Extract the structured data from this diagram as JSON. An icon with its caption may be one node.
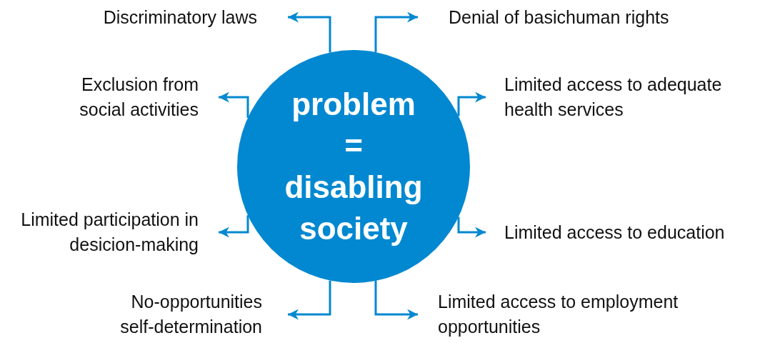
{
  "diagram": {
    "nodes": [
      {
        "text": [
          "problem = disabling society"
        ]
      },
      {
        "text": [
          "Discriminatory laws"
        ]
      },
      {
        "text": [
          "Denial of basichuman rights"
        ]
      },
      {
        "text": [
          "Exclusion from social activities"
        ]
      },
      {
        "text": [
          "Limited access to adequate health services"
        ]
      },
      {
        "text": [
          "Limited participation in desicion-making"
        ]
      },
      {
        "text": [
          "Limited access to education"
        ]
      },
      {
        "text": [
          "No-opportunities self-determination"
        ]
      },
      {
        "text": [
          "Limited access to employment opportunities"
        ]
      }
    ],
    "edges": [
      {
        "from": 0,
        "to": 1,
        "arrow": "to"
      },
      {
        "from": 0,
        "to": 2,
        "arrow": "to"
      },
      {
        "from": 0,
        "to": 3,
        "arrow": "to"
      },
      {
        "from": 0,
        "to": 4,
        "arrow": "to"
      },
      {
        "from": 0,
        "to": 5,
        "arrow": "to"
      },
      {
        "from": 0,
        "to": 6,
        "arrow": "to"
      },
      {
        "from": 0,
        "to": 7,
        "arrow": "to"
      },
      {
        "from": 0,
        "to": 8,
        "arrow": "to"
      }
    ]
  }
}
